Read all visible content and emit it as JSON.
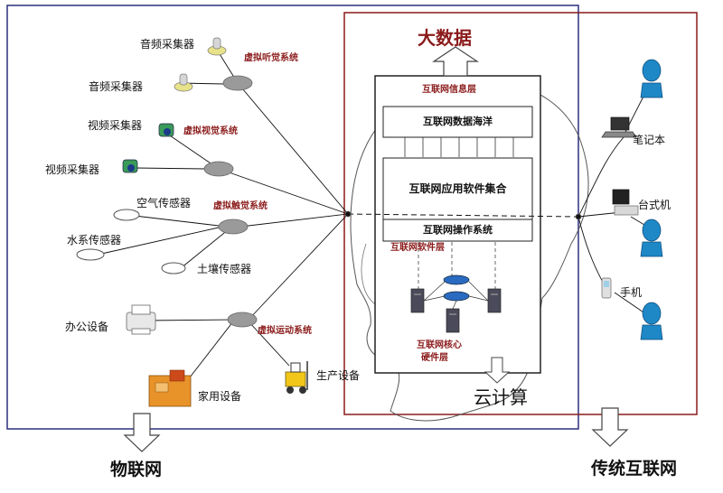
{
  "title": "大数据",
  "cloud_computing": "云计算",
  "iot": "物联网",
  "traditional_internet": "传统互联网",
  "layers": {
    "info_layer": "互联网信息层",
    "data_ocean": "互联网数据海洋",
    "app_software": "互联网应用软件集合",
    "os": "互联网操作系统",
    "software_layer": "互联网软件层",
    "hardware_layer_line1": "互联网核心",
    "hardware_layer_line2": "硬件层"
  },
  "sensors": {
    "audio1": "音频采集器",
    "audio2": "音频采集器",
    "video1": "视频采集器",
    "video2": "视频采集器",
    "air": "空气传感器",
    "water": "水系传感器",
    "soil": "土壤传感器",
    "office": "办公设备",
    "home": "家用设备",
    "production": "生产设备"
  },
  "systems": {
    "hearing": "虚拟听觉系统",
    "vision": "虚拟视觉系统",
    "touch": "虚拟触觉系统",
    "motion": "虚拟运动系统"
  },
  "devices": {
    "laptop": "笔记本",
    "desktop": "台式机",
    "phone": "手机"
  },
  "colors": {
    "iot_frame": "#2b2f7e",
    "internet_frame": "#8b1a1a",
    "label_red": "#8b1a1a",
    "hub": "#9a9a9a",
    "person": "#1e88c7"
  }
}
